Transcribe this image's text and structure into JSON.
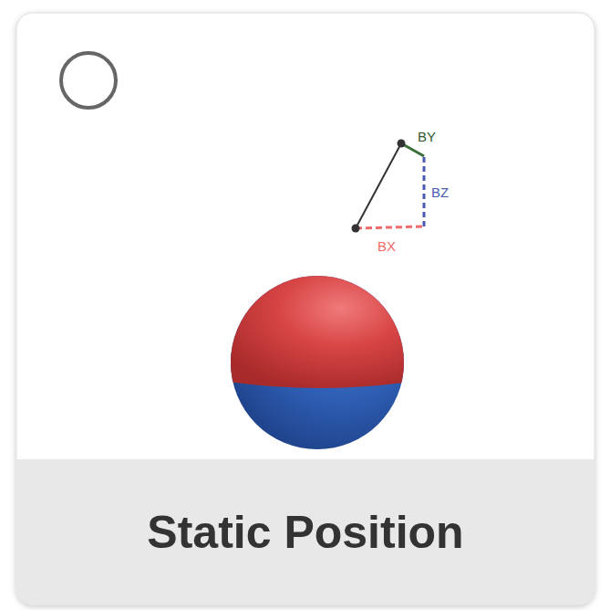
{
  "diagram": {
    "nodes": [
      {
        "text": [
          "Static Position"
        ]
      }
    ],
    "labels": [
      "BY",
      "BZ",
      "BX"
    ]
  }
}
